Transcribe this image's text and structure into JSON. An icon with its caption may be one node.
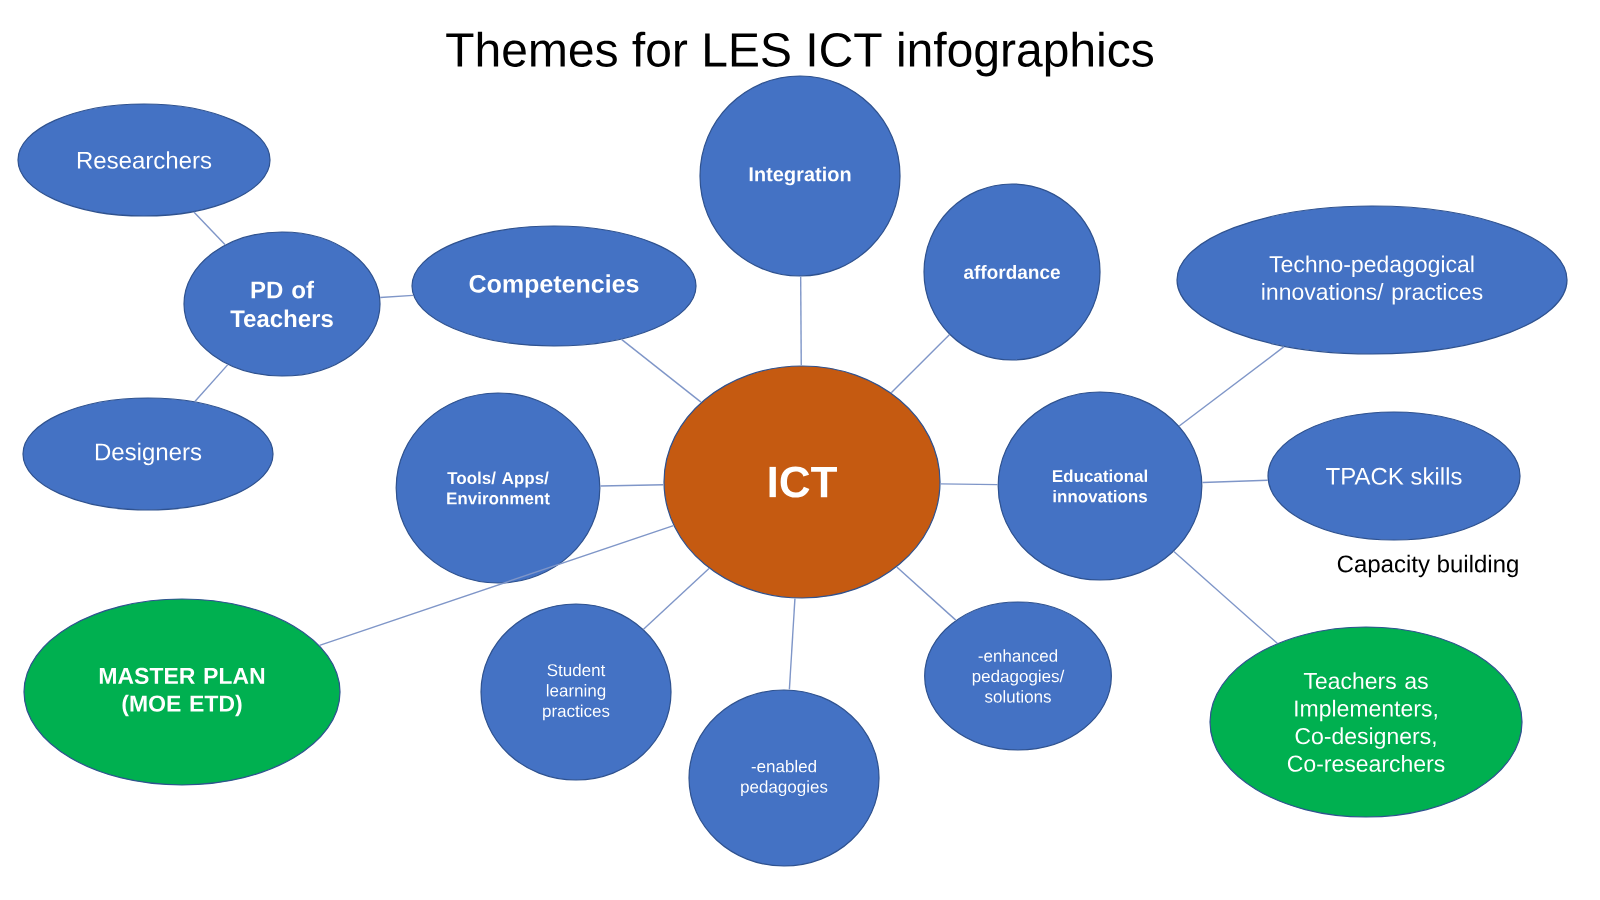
{
  "diagram": {
    "title": "Themes for LES ICT infographics",
    "nodes": [
      {
        "text": [
          "ICT"
        ]
      },
      {
        "text": [
          "Integration"
        ]
      },
      {
        "text": [
          "affordance"
        ]
      },
      {
        "text": [
          "Competencies"
        ]
      },
      {
        "text": [
          "PD of Teachers"
        ]
      },
      {
        "text": [
          "Researchers"
        ]
      },
      {
        "text": [
          "Designers"
        ]
      },
      {
        "text": [
          "Tools/ Apps/ Environment"
        ]
      },
      {
        "text": [
          "Educational innovations"
        ]
      },
      {
        "text": [
          "Techno-pedagogical innovations/ practices"
        ]
      },
      {
        "text": [
          "TPACK skills"
        ]
      },
      {
        "text": [
          "Teachers as Implementers, Co-designers, Co-researchers"
        ]
      },
      {
        "text": [
          "MASTER PLAN (MOE ETD)"
        ]
      },
      {
        "text": [
          "Student learning practices"
        ]
      },
      {
        "text": [
          "-enabled pedagogies"
        ]
      },
      {
        "text": [
          "-enhanced pedagogies/ solutions"
        ]
      }
    ],
    "edges": [
      {
        "from": 0,
        "to": 1,
        "arrow": "none"
      },
      {
        "from": 0,
        "to": 2,
        "arrow": "none"
      },
      {
        "from": 0,
        "to": 3,
        "arrow": "none"
      },
      {
        "from": 0,
        "to": 7,
        "arrow": "none"
      },
      {
        "from": 0,
        "to": 8,
        "arrow": "none"
      },
      {
        "from": 0,
        "to": 13,
        "arrow": "none"
      },
      {
        "from": 0,
        "to": 14,
        "arrow": "none"
      },
      {
        "from": 0,
        "to": 15,
        "arrow": "none"
      },
      {
        "from": 0,
        "to": 12,
        "arrow": "none"
      },
      {
        "from": 3,
        "to": 4,
        "arrow": "none"
      },
      {
        "from": 4,
        "to": 5,
        "arrow": "none"
      },
      {
        "from": 4,
        "to": 6,
        "arrow": "none"
      },
      {
        "from": 8,
        "to": 9,
        "arrow": "none"
      },
      {
        "from": 8,
        "to": 10,
        "arrow": "none"
      },
      {
        "from": 8,
        "to": 11,
        "arrow": "none"
      }
    ],
    "labels": [
      "Capacity building"
    ]
  }
}
